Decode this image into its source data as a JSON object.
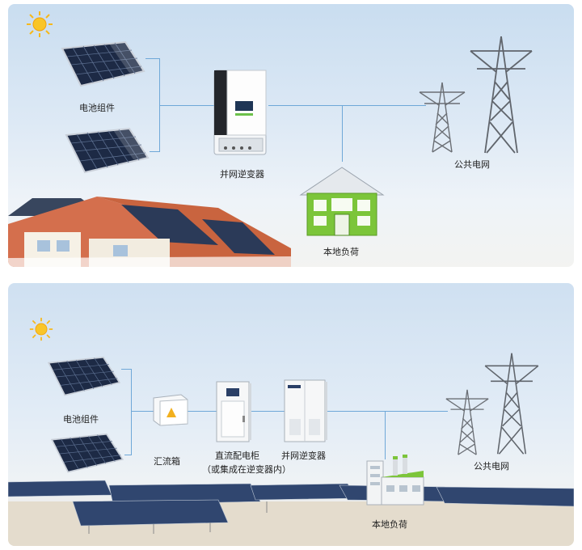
{
  "diagram1": {
    "nodes": {
      "solar_modules": "电池组件",
      "grid_inverter": "并网逆变器",
      "public_grid": "公共电网",
      "local_load": "本地负荷"
    }
  },
  "diagram2": {
    "nodes": {
      "solar_modules": "电池组件",
      "combiner_box": "汇流箱",
      "dc_cabinet": "直流配电柜",
      "dc_cabinet_note": "（或集成在逆变器内）",
      "grid_inverter": "并网逆变器",
      "public_grid": "公共电网",
      "local_load": "本地负荷"
    }
  },
  "colors": {
    "connector": "#6fa8d8",
    "house_green": "#7cc53a",
    "sun": "#f6b81c"
  },
  "icons": [
    "sun-icon",
    "solar-panel-icon",
    "inverter-icon",
    "transmission-tower-icon",
    "house-icon",
    "factory-icon",
    "combiner-box-icon",
    "cabinet-icon"
  ]
}
